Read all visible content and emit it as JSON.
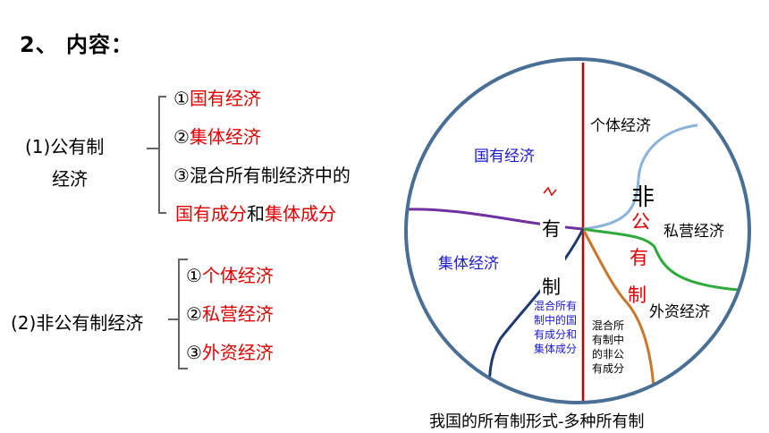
{
  "heading": "2、 内容：",
  "public": {
    "label_line1": "(1)公有制",
    "label_line2": "经济",
    "items": [
      {
        "prefix": "①",
        "text": "国有经济"
      },
      {
        "prefix": "②",
        "text": "集体经济"
      },
      {
        "prefix": "③",
        "text": "混合所有制经济中的"
      }
    ],
    "item4_part1": "国有成分",
    "item4_and": "和",
    "item4_part2": "集体成分"
  },
  "nonpublic": {
    "label": "(2)非公有制经济",
    "items": [
      {
        "prefix": "①",
        "text": "个体经济"
      },
      {
        "prefix": "②",
        "text": "私营经济"
      },
      {
        "prefix": "③",
        "text": "外资经济"
      }
    ]
  },
  "diagram": {
    "state_owned": "国有经济",
    "collective": "集体经济",
    "individual": "个体经济",
    "private": "私营经济",
    "foreign": "外资经济",
    "you_zhi_left": [
      "有",
      "制"
    ],
    "non_public_vertical": [
      "非",
      "公",
      "有",
      "制"
    ],
    "mixed_public": "混合所有制中的国有成分和集体成分",
    "mixed_nonpublic": "混合所有制中的非公有成分",
    "caption": "我国的所有制形式-多种所有制"
  }
}
